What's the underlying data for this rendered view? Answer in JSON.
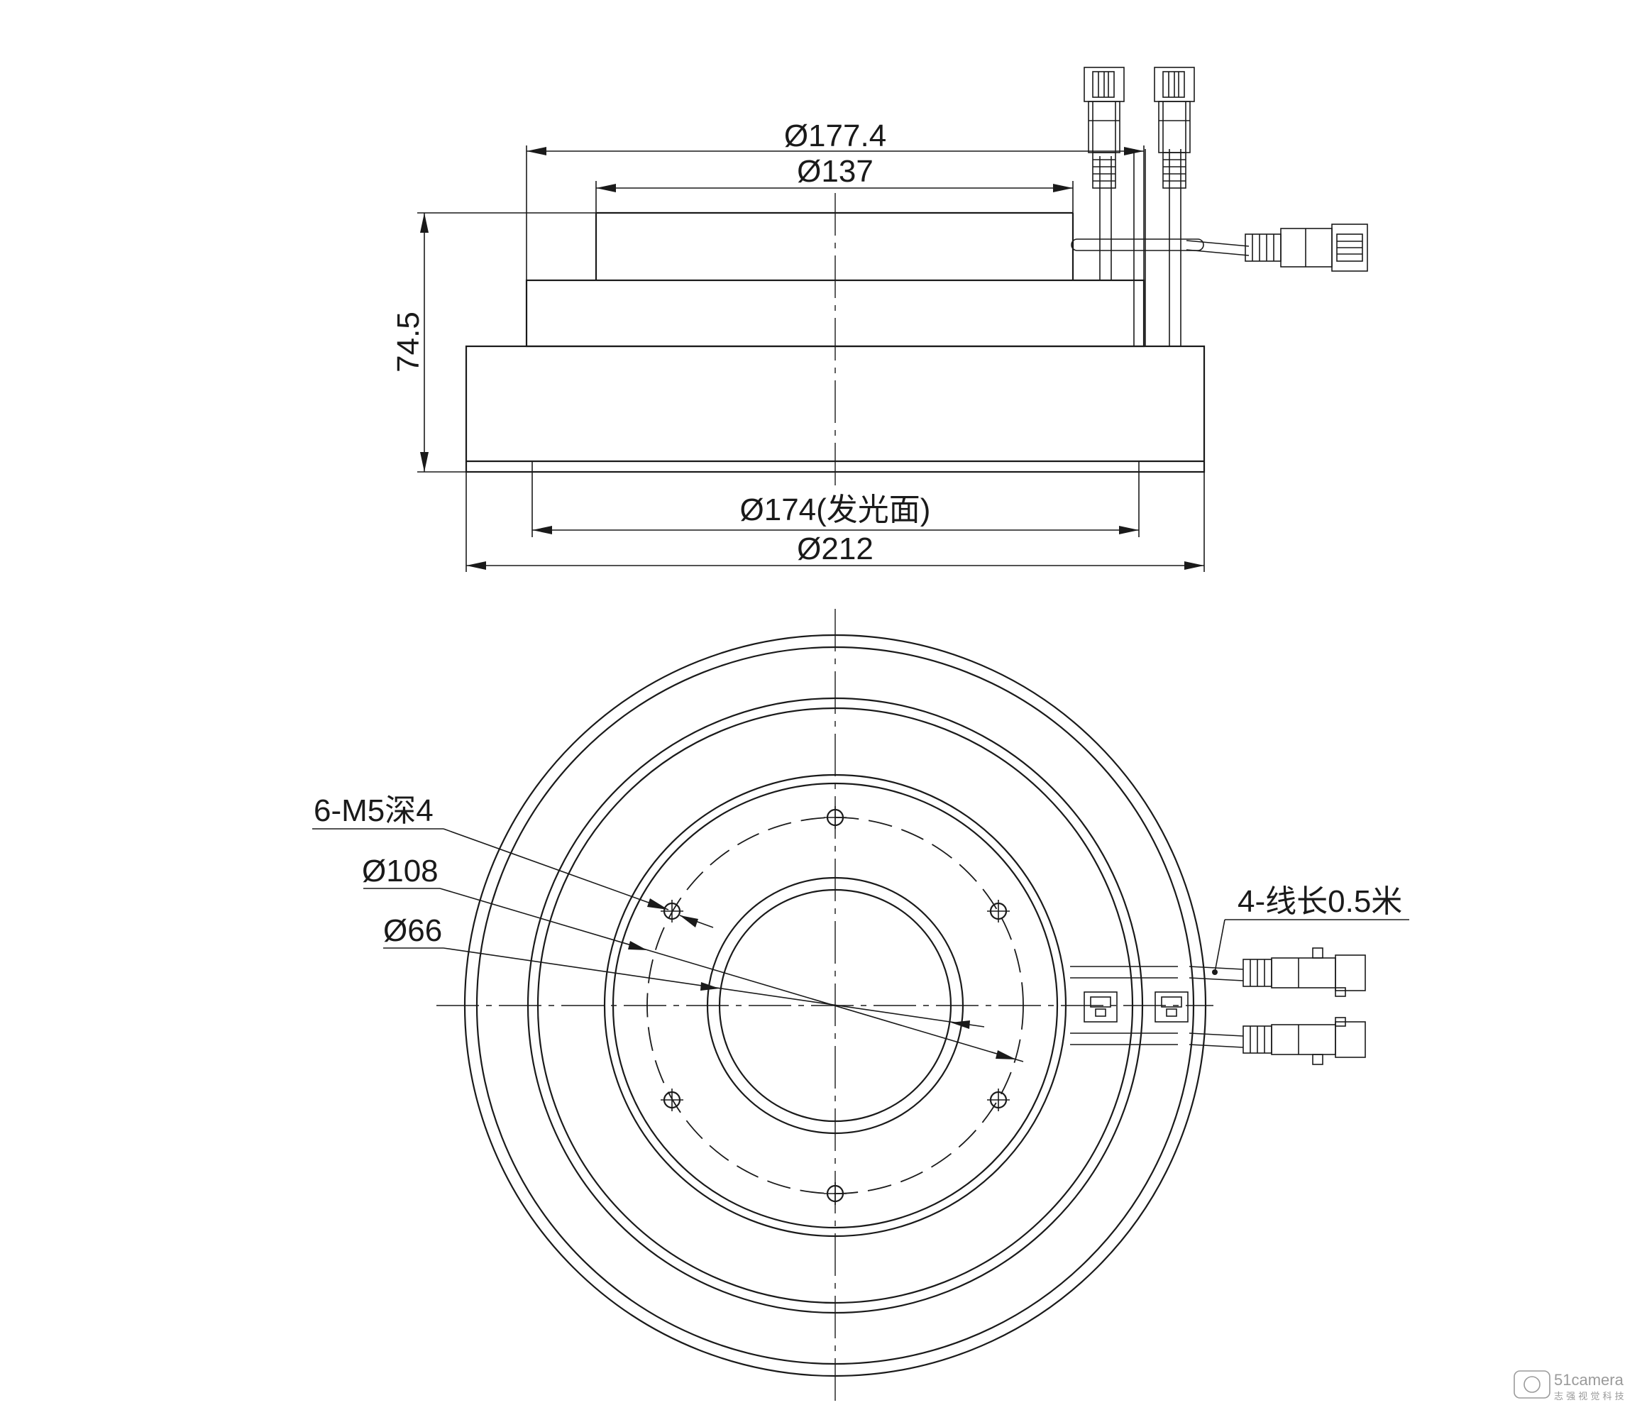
{
  "side_view": {
    "dim_top_outer": "Ø177.4",
    "dim_top_inner": "Ø137",
    "dim_height": "74.5",
    "dim_emitting": "Ø174(发光面)",
    "dim_base": "Ø212"
  },
  "top_view": {
    "callout_holes": "6-M5深4",
    "callout_bolt_circle": "Ø108",
    "callout_aperture": "Ø66",
    "callout_cable": "4-线长0.5米"
  },
  "watermark": {
    "brand": "51camera",
    "tagline": "志 强 视 觉 科 技"
  }
}
